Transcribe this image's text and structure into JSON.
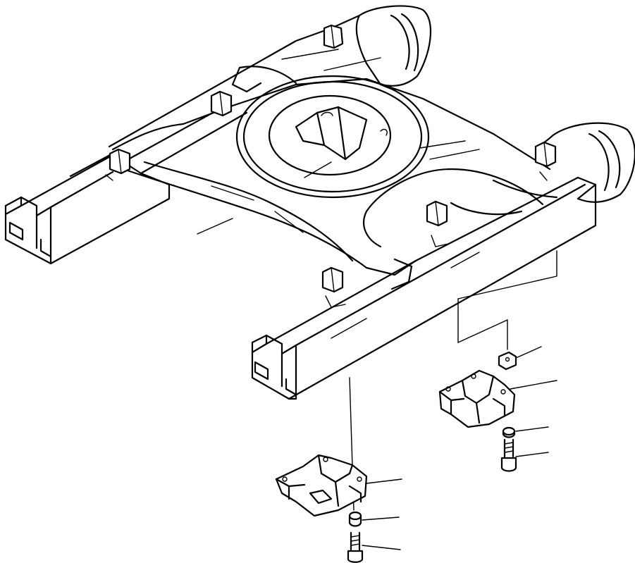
{
  "diagram": {
    "callouts": [
      {
        "part": "cap-plate-upper"
      },
      {
        "part": "guard-bracket-right"
      },
      {
        "part": "spacer-right"
      },
      {
        "part": "bolt-right"
      },
      {
        "part": "guard-bracket-left"
      },
      {
        "part": "spacer-left"
      },
      {
        "part": "bolt-left"
      }
    ]
  }
}
